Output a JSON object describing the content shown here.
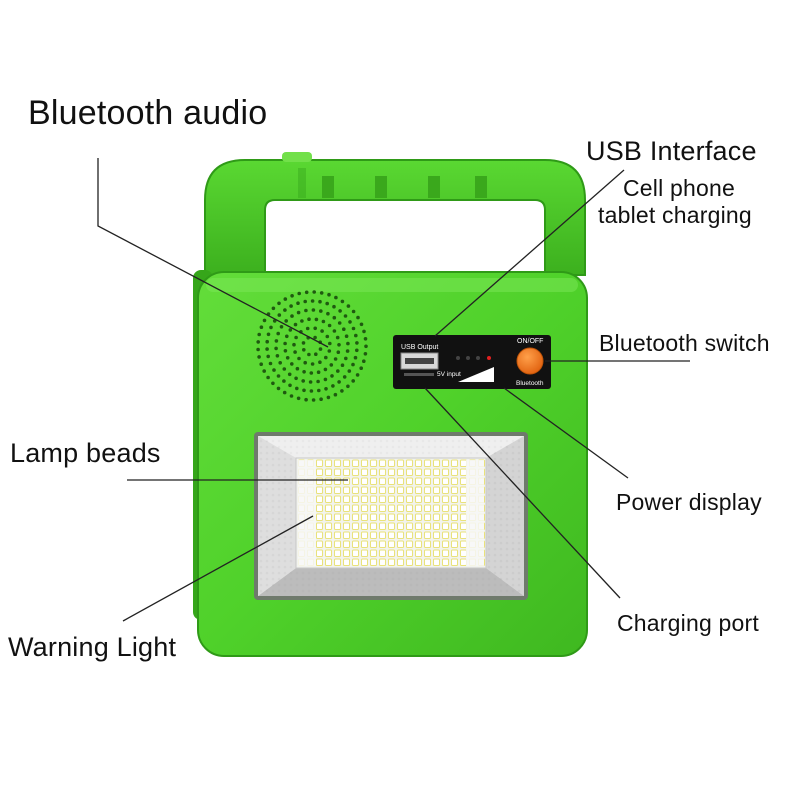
{
  "labels": {
    "bluetooth_audio": "Bluetooth audio",
    "usb_interface": "USB Interface",
    "cell_phone_line1": "Cell phone",
    "cell_phone_line2": "tablet charging",
    "bluetooth_switch": "Bluetooth switch",
    "lamp_beads": "Lamp beads",
    "power_display": "Power display",
    "warning_light": "Warning Light",
    "charging_port": "Charging port"
  },
  "panel": {
    "usb_output": "USB Output",
    "on_off": "ON/OFF",
    "bluetooth": "Bluetooth",
    "input_5v": "5V input"
  },
  "colors": {
    "body_green": "#4fd12a",
    "button_orange": "#f07a1a",
    "panel_black": "#111111"
  }
}
